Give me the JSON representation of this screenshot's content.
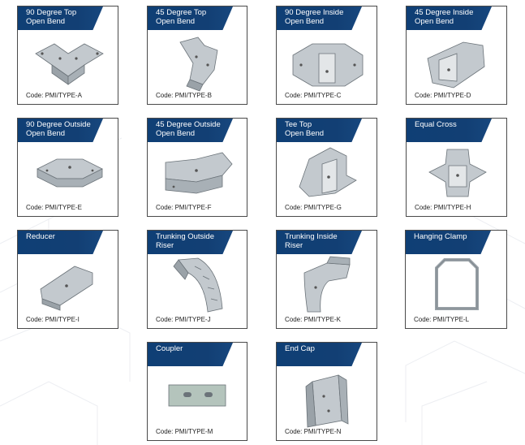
{
  "products": [
    {
      "title": "90 Degree Top\nOpen Bend",
      "code": "Code: PMI/TYPE-A"
    },
    {
      "title": "45 Degree Top\nOpen Bend",
      "code": "Code: PMI/TYPE-B"
    },
    {
      "title": "90 Degree Inside\nOpen Bend",
      "code": "Code: PMI/TYPE-C"
    },
    {
      "title": "45 Degree Inside\nOpen Bend",
      "code": "Code: PMI/TYPE-D"
    },
    {
      "title": "90 Degree Outside\nOpen Bend",
      "code": "Code: PMI/TYPE-E"
    },
    {
      "title": "45 Degree Outside\nOpen Bend",
      "code": "Code: PMI/TYPE-F"
    },
    {
      "title": "Tee Top\nOpen Bend",
      "code": "Code: PMI/TYPE-G"
    },
    {
      "title": "Equal Cross",
      "code": "Code: PMI/TYPE-H"
    },
    {
      "title": "Reducer",
      "code": "Code: PMI/TYPE-I"
    },
    {
      "title": "Trunking Outside\nRiser",
      "code": "Code: PMI/TYPE-J"
    },
    {
      "title": "Trunking Inside\nRiser",
      "code": "Code: PMI/TYPE-K"
    },
    {
      "title": "Hanging Clamp",
      "code": "Code: PMI/TYPE-L"
    },
    {
      "title": "Coupler",
      "code": "Code: PMI/TYPE-M"
    },
    {
      "title": "End Cap",
      "code": "Code: PMI/TYPE-N"
    }
  ],
  "colors": {
    "tag": "#123f74",
    "metal": "#b9c0c6",
    "border": "#4a4a4a"
  }
}
